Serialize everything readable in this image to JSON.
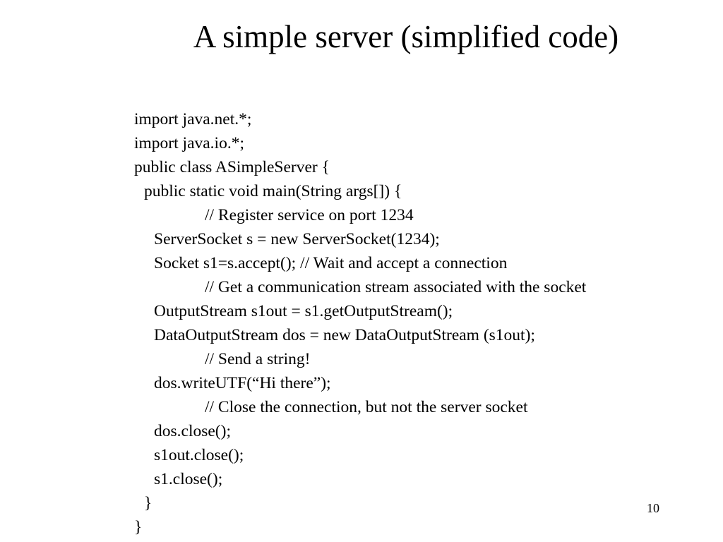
{
  "slide": {
    "title": "A simple server (simplified code)",
    "page_number": "10",
    "code_lines": [
      {
        "text": "import java.net.*;",
        "indent": 0
      },
      {
        "text": "import java.io.*;",
        "indent": 0
      },
      {
        "text": "public class ASimpleServer {",
        "indent": 0
      },
      {
        "text": "public static void main(String args[]) {",
        "indent": 1
      },
      {
        "text": "// Register service on port 1234",
        "indent": 3
      },
      {
        "text": "ServerSocket s = new ServerSocket(1234);",
        "indent": 2
      },
      {
        "text": "Socket s1=s.accept(); // Wait and accept a connection",
        "indent": 2
      },
      {
        "text": "// Get a communication stream associated with the socket",
        "indent": 3
      },
      {
        "text": "OutputStream s1out = s1.getOutputStream();",
        "indent": 2
      },
      {
        "text": "DataOutputStream dos = new DataOutputStream (s1out);",
        "indent": 2
      },
      {
        "text": "// Send a string!",
        "indent": 3
      },
      {
        "text": "dos.writeUTF(“Hi there”);",
        "indent": 2
      },
      {
        "text": "// Close the connection, but not the server socket",
        "indent": 3
      },
      {
        "text": "dos.close();",
        "indent": 2
      },
      {
        "text": "s1out.close();",
        "indent": 2
      },
      {
        "text": "s1.close();",
        "indent": 2
      },
      {
        "text": "}",
        "indent": 1
      },
      {
        "text": "}",
        "indent": 0
      }
    ]
  }
}
